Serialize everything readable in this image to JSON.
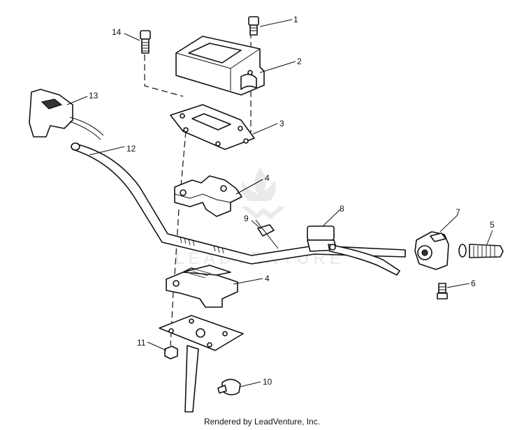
{
  "diagram": {
    "callouts": [
      {
        "id": "1",
        "label": "1"
      },
      {
        "id": "2",
        "label": "2"
      },
      {
        "id": "3",
        "label": "3"
      },
      {
        "id": "4a",
        "label": "4"
      },
      {
        "id": "4b",
        "label": "4"
      },
      {
        "id": "5",
        "label": "5"
      },
      {
        "id": "6",
        "label": "6"
      },
      {
        "id": "7",
        "label": "7"
      },
      {
        "id": "8",
        "label": "8"
      },
      {
        "id": "9",
        "label": "9"
      },
      {
        "id": "10",
        "label": "10"
      },
      {
        "id": "11",
        "label": "11"
      },
      {
        "id": "12",
        "label": "12"
      },
      {
        "id": "13",
        "label": "13"
      },
      {
        "id": "14",
        "label": "14"
      }
    ],
    "watermark": "LEADVENTURE",
    "footer": "Rendered by LeadVenture, Inc."
  }
}
